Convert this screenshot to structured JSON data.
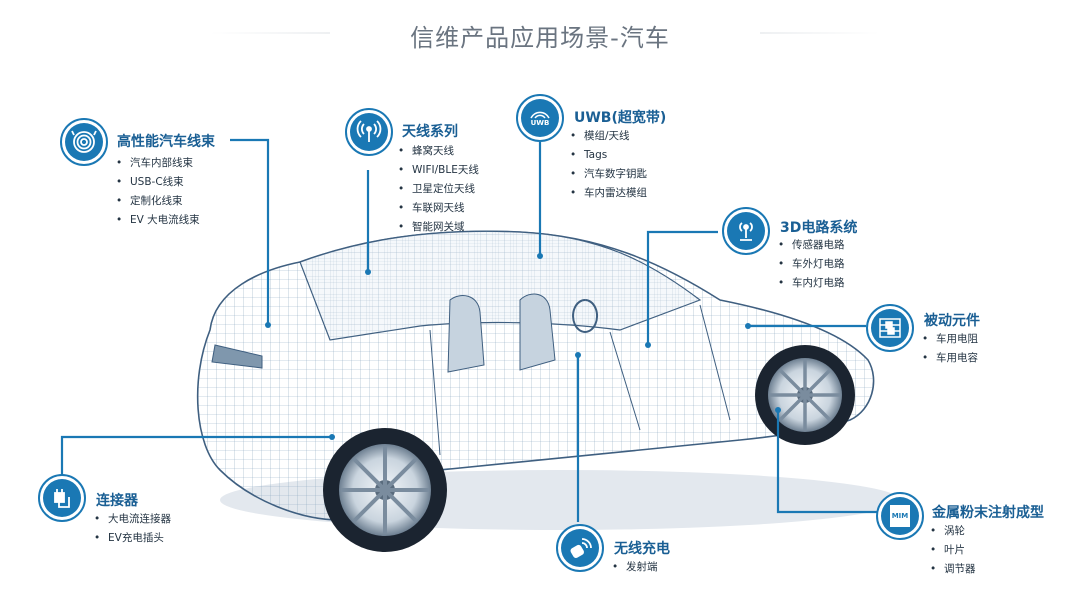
{
  "title": "信维产品应用场景-汽车",
  "accent_color": "#1a78b4",
  "groups": {
    "harness": {
      "title": "高性能汽车线束",
      "icon": "coil-cable-icon",
      "items": [
        "汽车内部线束",
        "USB-C线束",
        "定制化线束",
        "EV 大电流线束"
      ]
    },
    "antenna": {
      "title": "天线系列",
      "icon": "antenna-signal-icon",
      "items": [
        "蜂窝天线",
        "WIFI/BLE天线",
        "卫星定位天线",
        "车联网天线",
        "智能网关域"
      ]
    },
    "uwb": {
      "title": "UWB(超宽带)",
      "icon": "uwb-icon",
      "icon_text": "UWB",
      "items": [
        "模组/天线",
        "Tags",
        "汽车数字钥匙",
        "车内雷达模组"
      ]
    },
    "circuit3d": {
      "title": "3D电路系统",
      "icon": "3d-circuit-antenna-icon",
      "items": [
        "传感器电路",
        "车外灯电路",
        "车内灯电路"
      ]
    },
    "passive": {
      "title": "被动元件",
      "icon": "circuit-board-icon",
      "items": [
        "车用电阻",
        "车用电容"
      ]
    },
    "connector": {
      "title": "连接器",
      "icon": "plug-connector-icon",
      "items": [
        "大电流连接器",
        "EV充电插头"
      ]
    },
    "wireless": {
      "title": "无线充电",
      "icon": "wireless-charging-icon",
      "items": [
        "发射端"
      ]
    },
    "mim": {
      "title": "金属粉末注射成型",
      "icon": "mim-icon",
      "icon_text": "MIM",
      "items": [
        "涡轮",
        "叶片",
        "调节器"
      ]
    }
  }
}
